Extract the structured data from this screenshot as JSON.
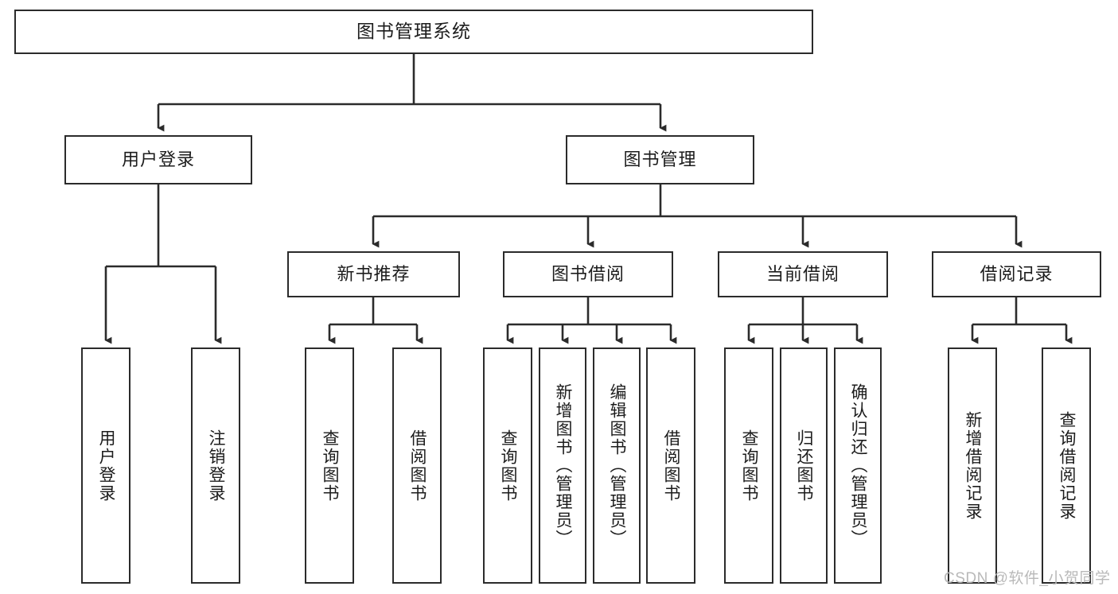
{
  "diagram": {
    "type": "tree-hierarchy-chart",
    "title": "图书管理系统",
    "levels": 4,
    "colors": {
      "border": "#2b2b2b",
      "fill": "#ffffff",
      "text": "#1c1c1c",
      "connector": "#2b2b2b",
      "watermark": "#b9b9b9"
    }
  },
  "nodes": {
    "root": {
      "label": "图书管理系统",
      "orientation": "horizontal"
    },
    "level2": [
      {
        "label": "用户登录",
        "orientation": "horizontal"
      },
      {
        "label": "图书管理",
        "orientation": "horizontal"
      }
    ],
    "level3": [
      {
        "label": "新书推荐",
        "orientation": "horizontal"
      },
      {
        "label": "图书借阅",
        "orientation": "horizontal"
      },
      {
        "label": "当前借阅",
        "orientation": "horizontal"
      },
      {
        "label": "借阅记录",
        "orientation": "horizontal"
      }
    ],
    "leaves": {
      "user_login": [
        {
          "label": "用户登录",
          "orientation": "vertical"
        },
        {
          "label": "注销登录",
          "orientation": "vertical"
        }
      ],
      "new_book_recommend": [
        {
          "label": "查询图书",
          "orientation": "vertical"
        },
        {
          "label": "借阅图书",
          "orientation": "vertical"
        }
      ],
      "book_borrow": [
        {
          "label": "查询图书",
          "orientation": "vertical"
        },
        {
          "label": "新增图书（管理员）",
          "orientation": "vertical"
        },
        {
          "label": "编辑图书（管理员）",
          "orientation": "vertical"
        },
        {
          "label": "借阅图书",
          "orientation": "vertical"
        }
      ],
      "current_borrow": [
        {
          "label": "查询图书",
          "orientation": "vertical"
        },
        {
          "label": "归还图书",
          "orientation": "vertical"
        },
        {
          "label": "确认归还（管理员）",
          "orientation": "vertical"
        }
      ],
      "borrow_record": [
        {
          "label": "新增借阅记录",
          "orientation": "vertical"
        },
        {
          "label": "查询借阅记录",
          "orientation": "vertical"
        }
      ]
    }
  },
  "watermark": {
    "text": "CSDN @软件_小贺同学"
  }
}
